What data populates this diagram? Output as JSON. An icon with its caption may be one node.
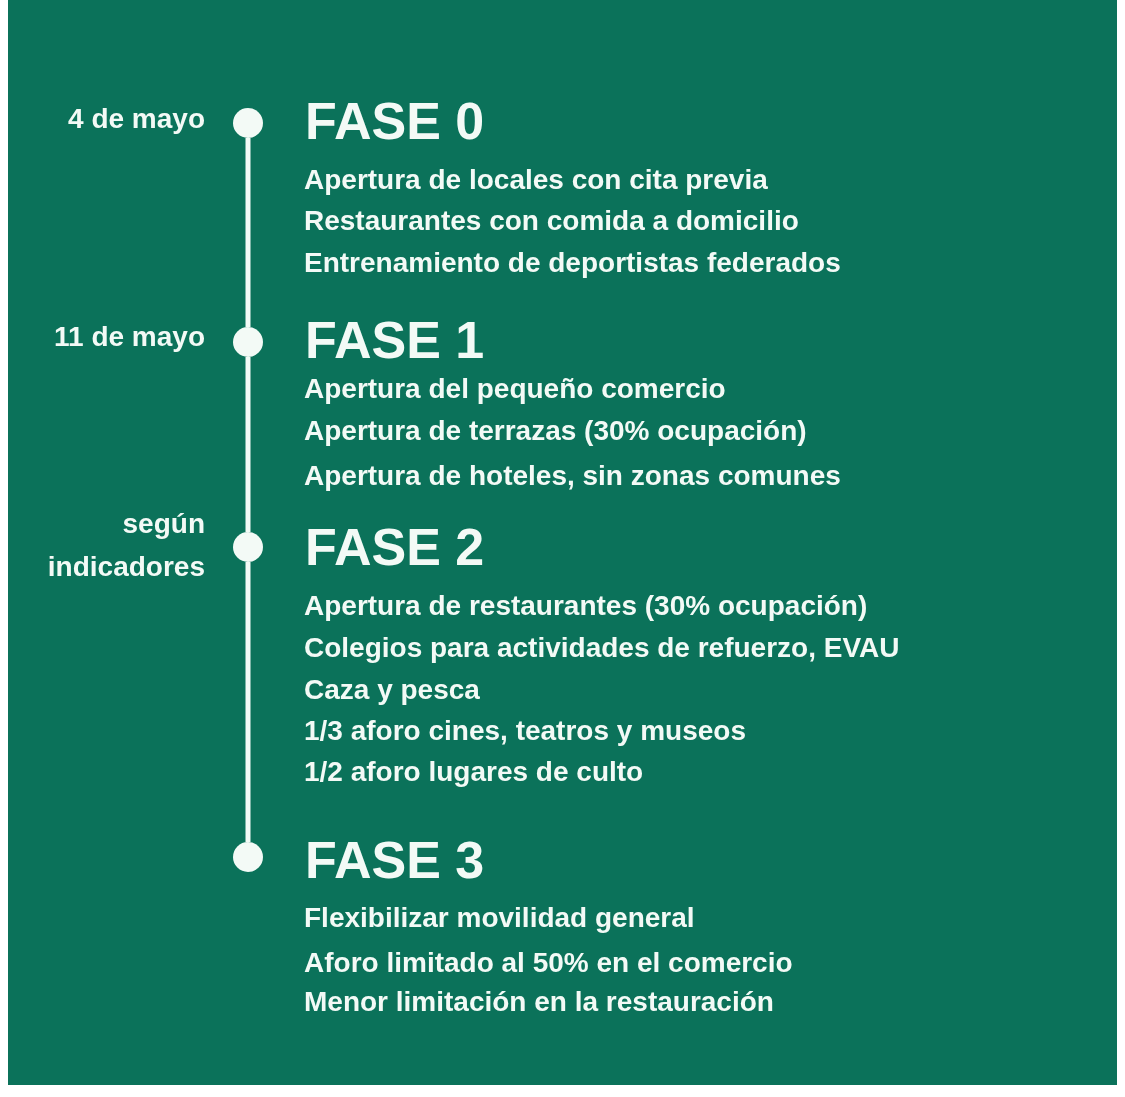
{
  "diagram": {
    "nodes": [
      {
        "text": [],
        "shape": "circle",
        "beside": [
          "4 de mayo",
          "FASE 0",
          "Apertura de locales con cita previa",
          "Restaurantes con comida a domicilio",
          "Entrenamiento de deportistas federados"
        ]
      },
      {
        "text": [],
        "shape": "circle",
        "beside": [
          "11 de mayo",
          "FASE 1",
          "Apertura del pequeño comercio",
          "Apertura de terrazas (30% ocupación)",
          "Apertura de hoteles, sin zonas comunes"
        ]
      },
      {
        "text": [],
        "shape": "circle",
        "beside": [
          "según indicadores",
          "FASE 2",
          "Apertura de restaurantes (30% ocupación)",
          "Colegios para actividades de refuerzo, EVAU",
          "Caza y pesca",
          "1/3 aforo cines, teatros y museos",
          "1/2 aforo lugares de culto"
        ]
      },
      {
        "text": [],
        "shape": "circle",
        "beside": [
          "FASE 3",
          "Flexibilizar movilidad general",
          "Aforo limitado al 50% en el comercio",
          "Menor limitación en la restauración"
        ]
      }
    ],
    "edges": [
      {
        "from": 0,
        "to": 1,
        "arrow": "none"
      },
      {
        "from": 1,
        "to": 2,
        "arrow": "none"
      },
      {
        "from": 2,
        "to": 3,
        "arrow": "none"
      }
    ]
  }
}
